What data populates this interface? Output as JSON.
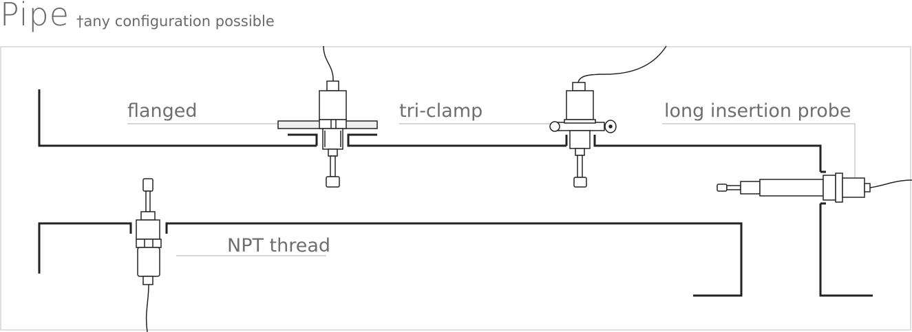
{
  "header": {
    "title": "Pipe",
    "subtitle": "†any configuration possible"
  },
  "labels": {
    "flanged": "flanged",
    "tri_clamp": "tri-clamp",
    "long_insertion_probe": "long insertion probe",
    "npt_thread": "NPT thread"
  },
  "colors": {
    "pipe": "#222222",
    "leader": "#c8c8c8",
    "text": "#6e6e6e",
    "frame": "#d4d4d4"
  }
}
